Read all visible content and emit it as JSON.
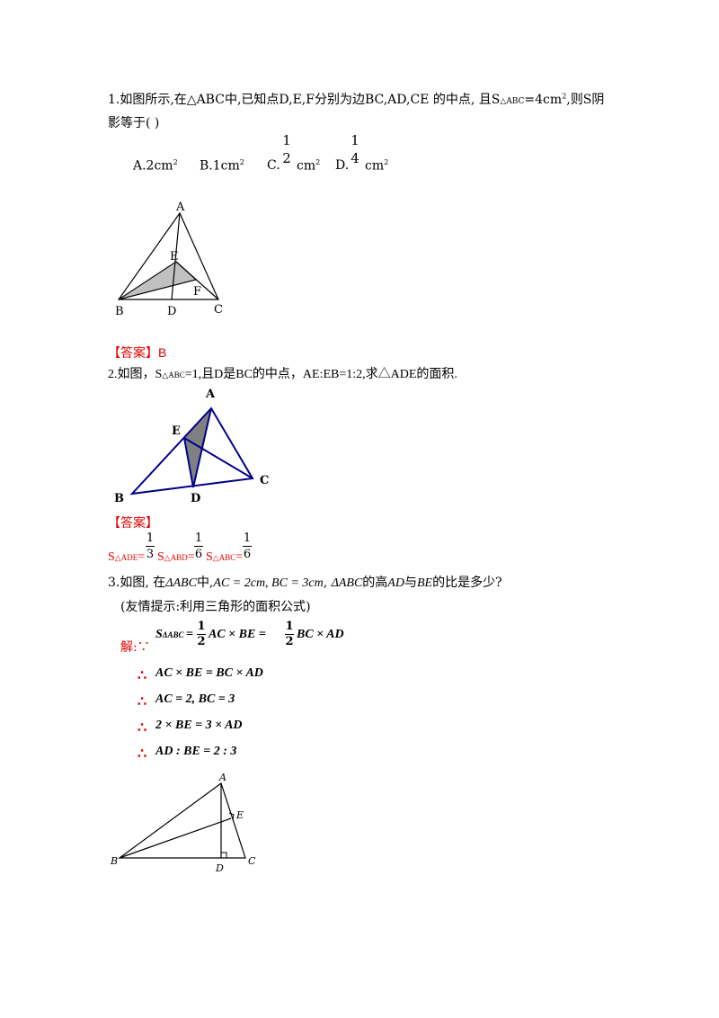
{
  "q1": {
    "line1": "1.如图所示,在△ABC中,已知点D,E,F分别为边BC,AD,CE 的中点, 且S",
    "line1_sub": "△ABC",
    "line1_tail": "=4cm",
    "line1_sup": "2",
    "line1_end": ",则S阴",
    "line2": "影等于(    )",
    "optA": "A.2cm",
    "optB": "B.1cm",
    "optC": "C.",
    "optD": "D.",
    "cm": "cm",
    "sq": "2",
    "fracC_num": "1",
    "fracC_den": "2",
    "fracD_num": "1",
    "fracD_den": "4",
    "labels": {
      "A": "A",
      "B": "B",
      "C": "C",
      "D": "D",
      "E": "E",
      "F": "F"
    }
  },
  "ans1": {
    "open": "【答案】",
    "value": "B"
  },
  "q2": {
    "text_pre": "2.如图，S",
    "text_sub": "△ABC",
    "text_post": "=1,且D是BC的中点，AE:EB=1:2,求△ADE的面积.",
    "labels": {
      "A": "A",
      "B": "B",
      "C": "C",
      "D": "D",
      "E": "E"
    }
  },
  "ans2": {
    "open": "【答案】",
    "s1": "S",
    "s1_sub": "△ADE",
    "eq": "=",
    "n1": "1",
    "d1": "3",
    "s2": "S",
    "s2_sub": "△ABD",
    "n2": "1",
    "d2": "6",
    "s3": "S",
    "s3_sub": "△ABC",
    "n3": "1",
    "d3": "6"
  },
  "q3": {
    "pre": "3.如图, 在",
    "tri1": "ΔABC",
    "mid": "中,",
    "cond": "AC = 2cm, BC = 3cm",
    "comma": ",",
    "tri2": "ΔABC",
    "post1": "的高",
    "ad": "AD",
    "post2": "与",
    "be": "BE",
    "post3": "的比是多少?",
    "hint": "(友情提示:利用三角形的面积公式)",
    "sol_label": "解:∵",
    "eq1_s": "S",
    "eq1_sub": "ΔABC",
    "eq1_mid": "=",
    "eq1_a": "AC × BE =",
    "eq1_b": "BC × AD",
    "half_num": "1",
    "half_den": "2",
    "eq2": "AC × BE = BC × AD",
    "eq3": "AC = 2, BC = 3",
    "eq4": "2 × BE = 3 × AD",
    "eq5": "AD : BE = 2 : 3",
    "therefore": "∴",
    "labels": {
      "A": "A",
      "B": "B",
      "C": "C",
      "D": "D",
      "E": "E"
    }
  }
}
